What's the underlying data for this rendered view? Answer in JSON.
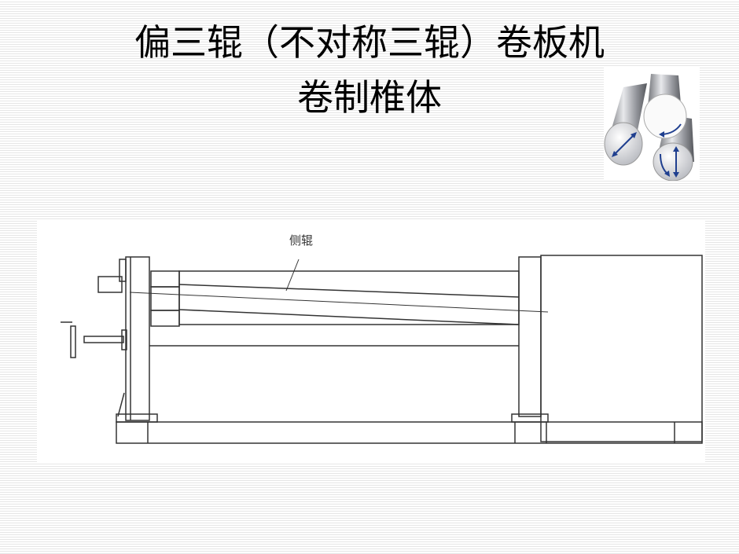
{
  "slide": {
    "title_line1": "偏三辊（不对称三辊）卷板机",
    "title_line2": "卷制椎体"
  },
  "diagram": {
    "label_side_roll": "侧辊"
  },
  "colors": {
    "arrow": "#1f3f8f",
    "line": "#333333"
  }
}
